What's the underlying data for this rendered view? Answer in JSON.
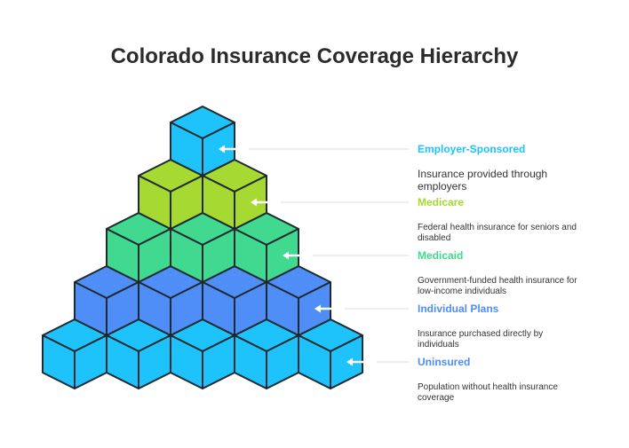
{
  "title": "Colorado Insurance Coverage Hierarchy",
  "levels": [
    {
      "name": "Employer-Sponsored",
      "description": "Insurance provided through employers",
      "color": "#1ec3fb",
      "text_color": "#1ec3fb",
      "cubes": 1
    },
    {
      "name": "Medicare",
      "description": "Federal health insurance for seniors and disabled",
      "color": "#a6d932",
      "text_color": "#a6d932",
      "cubes": 2
    },
    {
      "name": "Medicaid",
      "description": "Government-funded health insurance for low-income individuals",
      "color": "#40d98f",
      "text_color": "#40d98f",
      "cubes": 3
    },
    {
      "name": "Individual Plans",
      "description": "Insurance purchased directly by individuals",
      "color": "#4f8ef7",
      "text_color": "#4f8ef7",
      "cubes": 4
    },
    {
      "name": "Uninsured",
      "description": "Population without health insurance coverage",
      "color": "#1ec3fb",
      "text_color": "#4f8ef7",
      "cubes": 5
    }
  ]
}
